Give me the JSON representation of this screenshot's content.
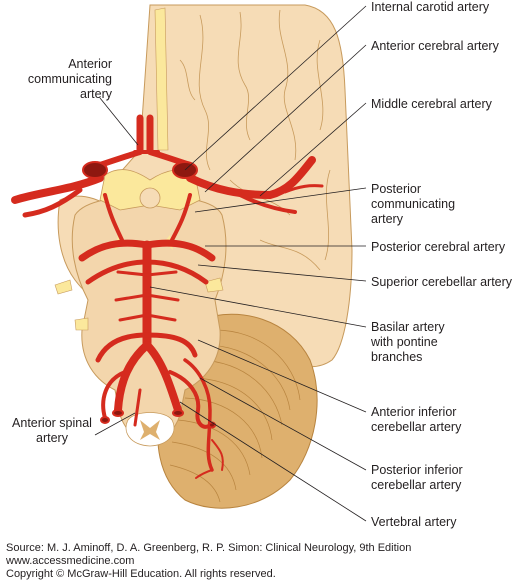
{
  "labels": {
    "internal_carotid": "Internal carotid artery",
    "anterior_cerebral": "Anterior cerebral artery",
    "middle_cerebral": "Middle cerebral artery",
    "anterior_communicating": [
      "Anterior",
      "communicating",
      "artery"
    ],
    "posterior_communicating": [
      "Posterior",
      "communicating",
      "artery"
    ],
    "posterior_cerebral": "Posterior cerebral artery",
    "superior_cerebellar": "Superior cerebellar artery",
    "basilar": [
      "Basilar artery",
      "with pontine",
      "branches"
    ],
    "anterior_spinal": [
      "Anterior spinal",
      "artery"
    ],
    "anterior_inferior_cerebellar": [
      "Anterior inferior",
      "cerebellar artery"
    ],
    "posterior_inferior_cerebellar": [
      "Posterior inferior",
      "cerebellar artery"
    ],
    "vertebral": "Vertebral artery"
  },
  "source": {
    "citation": "Source: M. J. Aminoff, D. A. Greenberg, R. P. Simon: Clinical Neurology, 9th Edition",
    "url": "www.accessmedicine.com",
    "copyright": "Copyright © McGraw-Hill Education.  All rights reserved."
  },
  "colors": {
    "cerebrum": "#f6dcb6",
    "brainstem": "#f3d6ac",
    "cerebellum": "#deb06e",
    "outline": "#c79a5c",
    "artery": "#d52b1e",
    "artery_dark": "#8e1810",
    "nerve": "#fbe89c",
    "leader": "#231f20"
  }
}
